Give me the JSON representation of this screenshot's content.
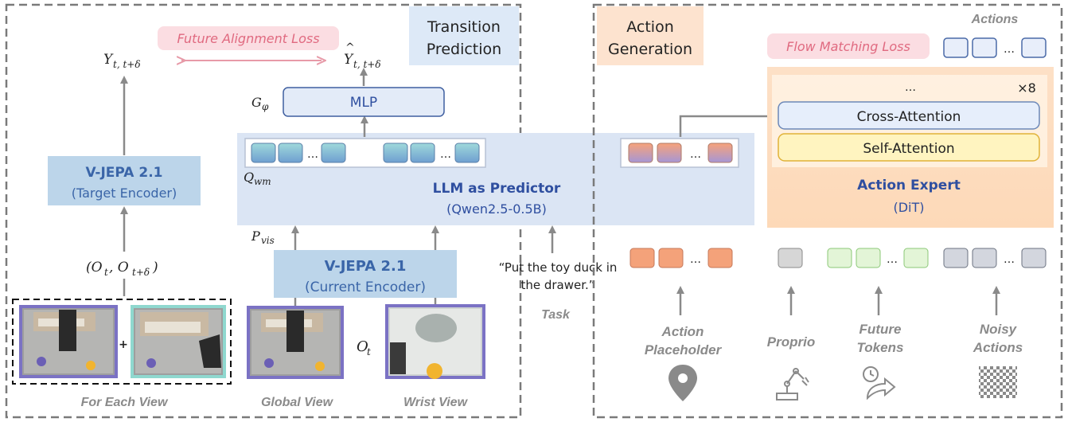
{
  "left_panel": {
    "transition_box": [
      "Transition",
      "Prediction"
    ],
    "future_alignment_loss": "Future Alignment Loss",
    "target_symbol": "Y",
    "target_subscript": "t, t+δ",
    "pred_symbol": "Y",
    "pred_hat": "^",
    "pred_subscript": "t, t+δ",
    "g_symbol": "G",
    "g_subscript": "φ",
    "mlp": "MLP",
    "q_symbol": "Q",
    "q_subscript": "wm",
    "p_symbol": "P",
    "p_subscript": "vis",
    "llm_title": "LLM as Predictor",
    "llm_sub": "(Qwen2.5-0.5B)",
    "target_encoder": [
      "V-JEPA 2.1",
      "(Target Encoder)"
    ],
    "current_encoder": [
      "V-JEPA 2.1",
      "(Current Encoder)"
    ],
    "obs_pair": "(O",
    "obs_t": "t",
    "obs_comma": ", O",
    "obs_td": "t+δ",
    "obs_close": ")",
    "o_symbol": "O",
    "o_subscript": "t",
    "plus": "+",
    "ellipsis": "…",
    "task_quote": [
      "“Put the toy duck in",
      "the drawer.”"
    ],
    "task_label": "Task",
    "for_each_view": "For Each View",
    "global_view": "Global View",
    "wrist_view": "Wrist View"
  },
  "right_panel": {
    "action_generation": [
      "Action",
      "Generation"
    ],
    "actions_label": "Actions",
    "flow_matching_loss": "Flow Matching Loss",
    "repeat": "×8",
    "cross_attention": "Cross-Attention",
    "self_attention": "Self-Attention",
    "action_expert": "Action Expert",
    "dit": "(DiT)",
    "inputs": [
      [
        "Action",
        "Placeholder"
      ],
      [
        "Proprio"
      ],
      [
        "Future",
        "Tokens"
      ],
      [
        "Noisy",
        "Actions"
      ]
    ],
    "icons": [
      "location-pin-icon",
      "robot-arm-icon",
      "future-forward-icon",
      "checkerboard-noise-icon"
    ]
  },
  "colors": {
    "dashed_border": "#7a7a7a",
    "transition_bg": "#dde9f7",
    "action_gen_bg": "#fde3cf",
    "alignment_loss_bg": "#fbdde2",
    "loss_text": "#e06a80",
    "llm_bg": "#dbe5f4",
    "encoder_bg": "#bcd5ea",
    "encoder_text": "#3a65a8",
    "blue_text": "#2f4fa0",
    "expert_bg": "#fde0c6",
    "self_attn_bg": "#fff4c0",
    "cross_attn_bg": "#e6eefb",
    "teal_token": "#7fc3c6",
    "orange_token": "#f4a27a",
    "green_token": "#e3f5d7",
    "gray_token": "#d3d6de",
    "arrow": "#8a8a8a",
    "photo_border_purple": "#7b72c4",
    "photo_border_teal": "#8fd8cf"
  }
}
